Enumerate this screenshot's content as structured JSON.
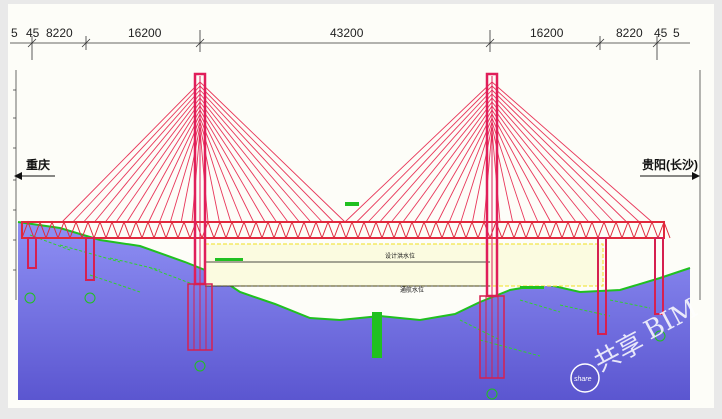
{
  "dimensions": {
    "left_5": "5",
    "left_45": "45",
    "left_side_span": "8220",
    "left_main_span": "16200",
    "center_span": "43200",
    "right_main_span": "16200",
    "right_side_span": "8220",
    "right_45": "45",
    "right_5": "5"
  },
  "directions": {
    "left_city": "重庆",
    "right_city": "贵阳(长沙)"
  },
  "water_levels": {
    "upper_label": "设计洪水位",
    "lower_label": "通航水位"
  },
  "watermark": {
    "badge": "share",
    "text_cn": "共享",
    "text_en": "BIM"
  },
  "colors": {
    "cable": "#e8375a",
    "deck": "#e0283c",
    "pylon": "#e01e5a",
    "ground": "#20c020",
    "river": "#6f6ad8",
    "river_light": "#9b9bff",
    "paper": "#fdfdf8",
    "water_line": "#f0e020",
    "pier": "#d62050"
  }
}
